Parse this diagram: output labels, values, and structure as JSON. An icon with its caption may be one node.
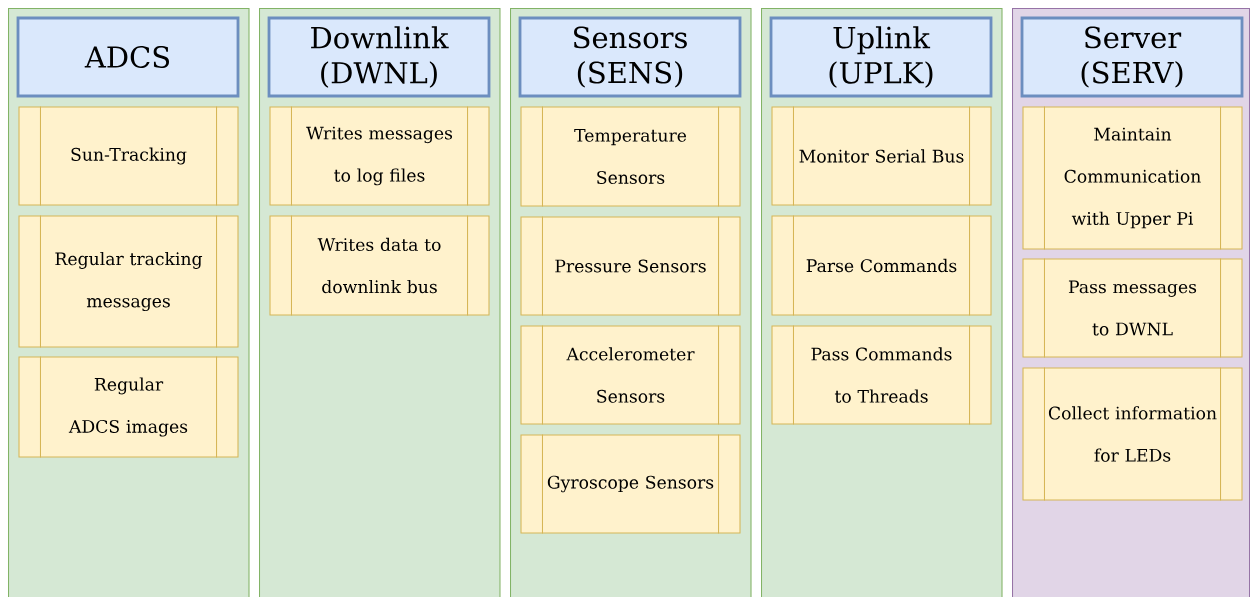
{
  "diagram": {
    "nodes": [
      {
        "text": [],
        "shape": "box"
      },
      {
        "text": [
          "ADCS"
        ],
        "in": 0
      },
      {
        "text": [
          "Sun-Tracking"
        ],
        "in": 0
      },
      {
        "text": [
          "Regular tracking messages"
        ],
        "in": 0
      },
      {
        "text": [
          "Regular ADCS images"
        ],
        "in": 0
      },
      {
        "text": [],
        "shape": "box"
      },
      {
        "text": [
          "Downlink (DWNL)"
        ],
        "in": 5
      },
      {
        "text": [
          "Writes messages to log files"
        ],
        "in": 5
      },
      {
        "text": [
          "Writes data to downlink bus"
        ],
        "in": 5
      },
      {
        "text": [],
        "shape": "box"
      },
      {
        "text": [
          "Sensors (SENS)"
        ],
        "in": 9
      },
      {
        "text": [
          "Temperature Sensors"
        ],
        "in": 9
      },
      {
        "text": [
          "Pressure Sensors"
        ],
        "in": 9
      },
      {
        "text": [
          "Accelerometer Sensors"
        ],
        "in": 9
      },
      {
        "text": [
          "Gyroscope Sensors"
        ],
        "in": 9
      },
      {
        "text": [],
        "shape": "box"
      },
      {
        "text": [
          "Uplink (UPLK)"
        ],
        "in": 15
      },
      {
        "text": [
          "Monitor Serial Bus"
        ],
        "in": 15
      },
      {
        "text": [
          "Parse Commands"
        ],
        "in": 15
      },
      {
        "text": [
          "Pass Commands to Threads"
        ],
        "in": 15
      },
      {
        "text": [],
        "shape": "box"
      },
      {
        "text": [
          "Server (SERV)"
        ],
        "in": 20
      },
      {
        "text": [
          "Maintain Communication with Upper Pi"
        ],
        "in": 20
      },
      {
        "text": [
          "Pass messages to DWNL"
        ],
        "in": 20
      },
      {
        "text": [
          "Collect information for LEDs"
        ],
        "in": 20
      }
    ]
  }
}
